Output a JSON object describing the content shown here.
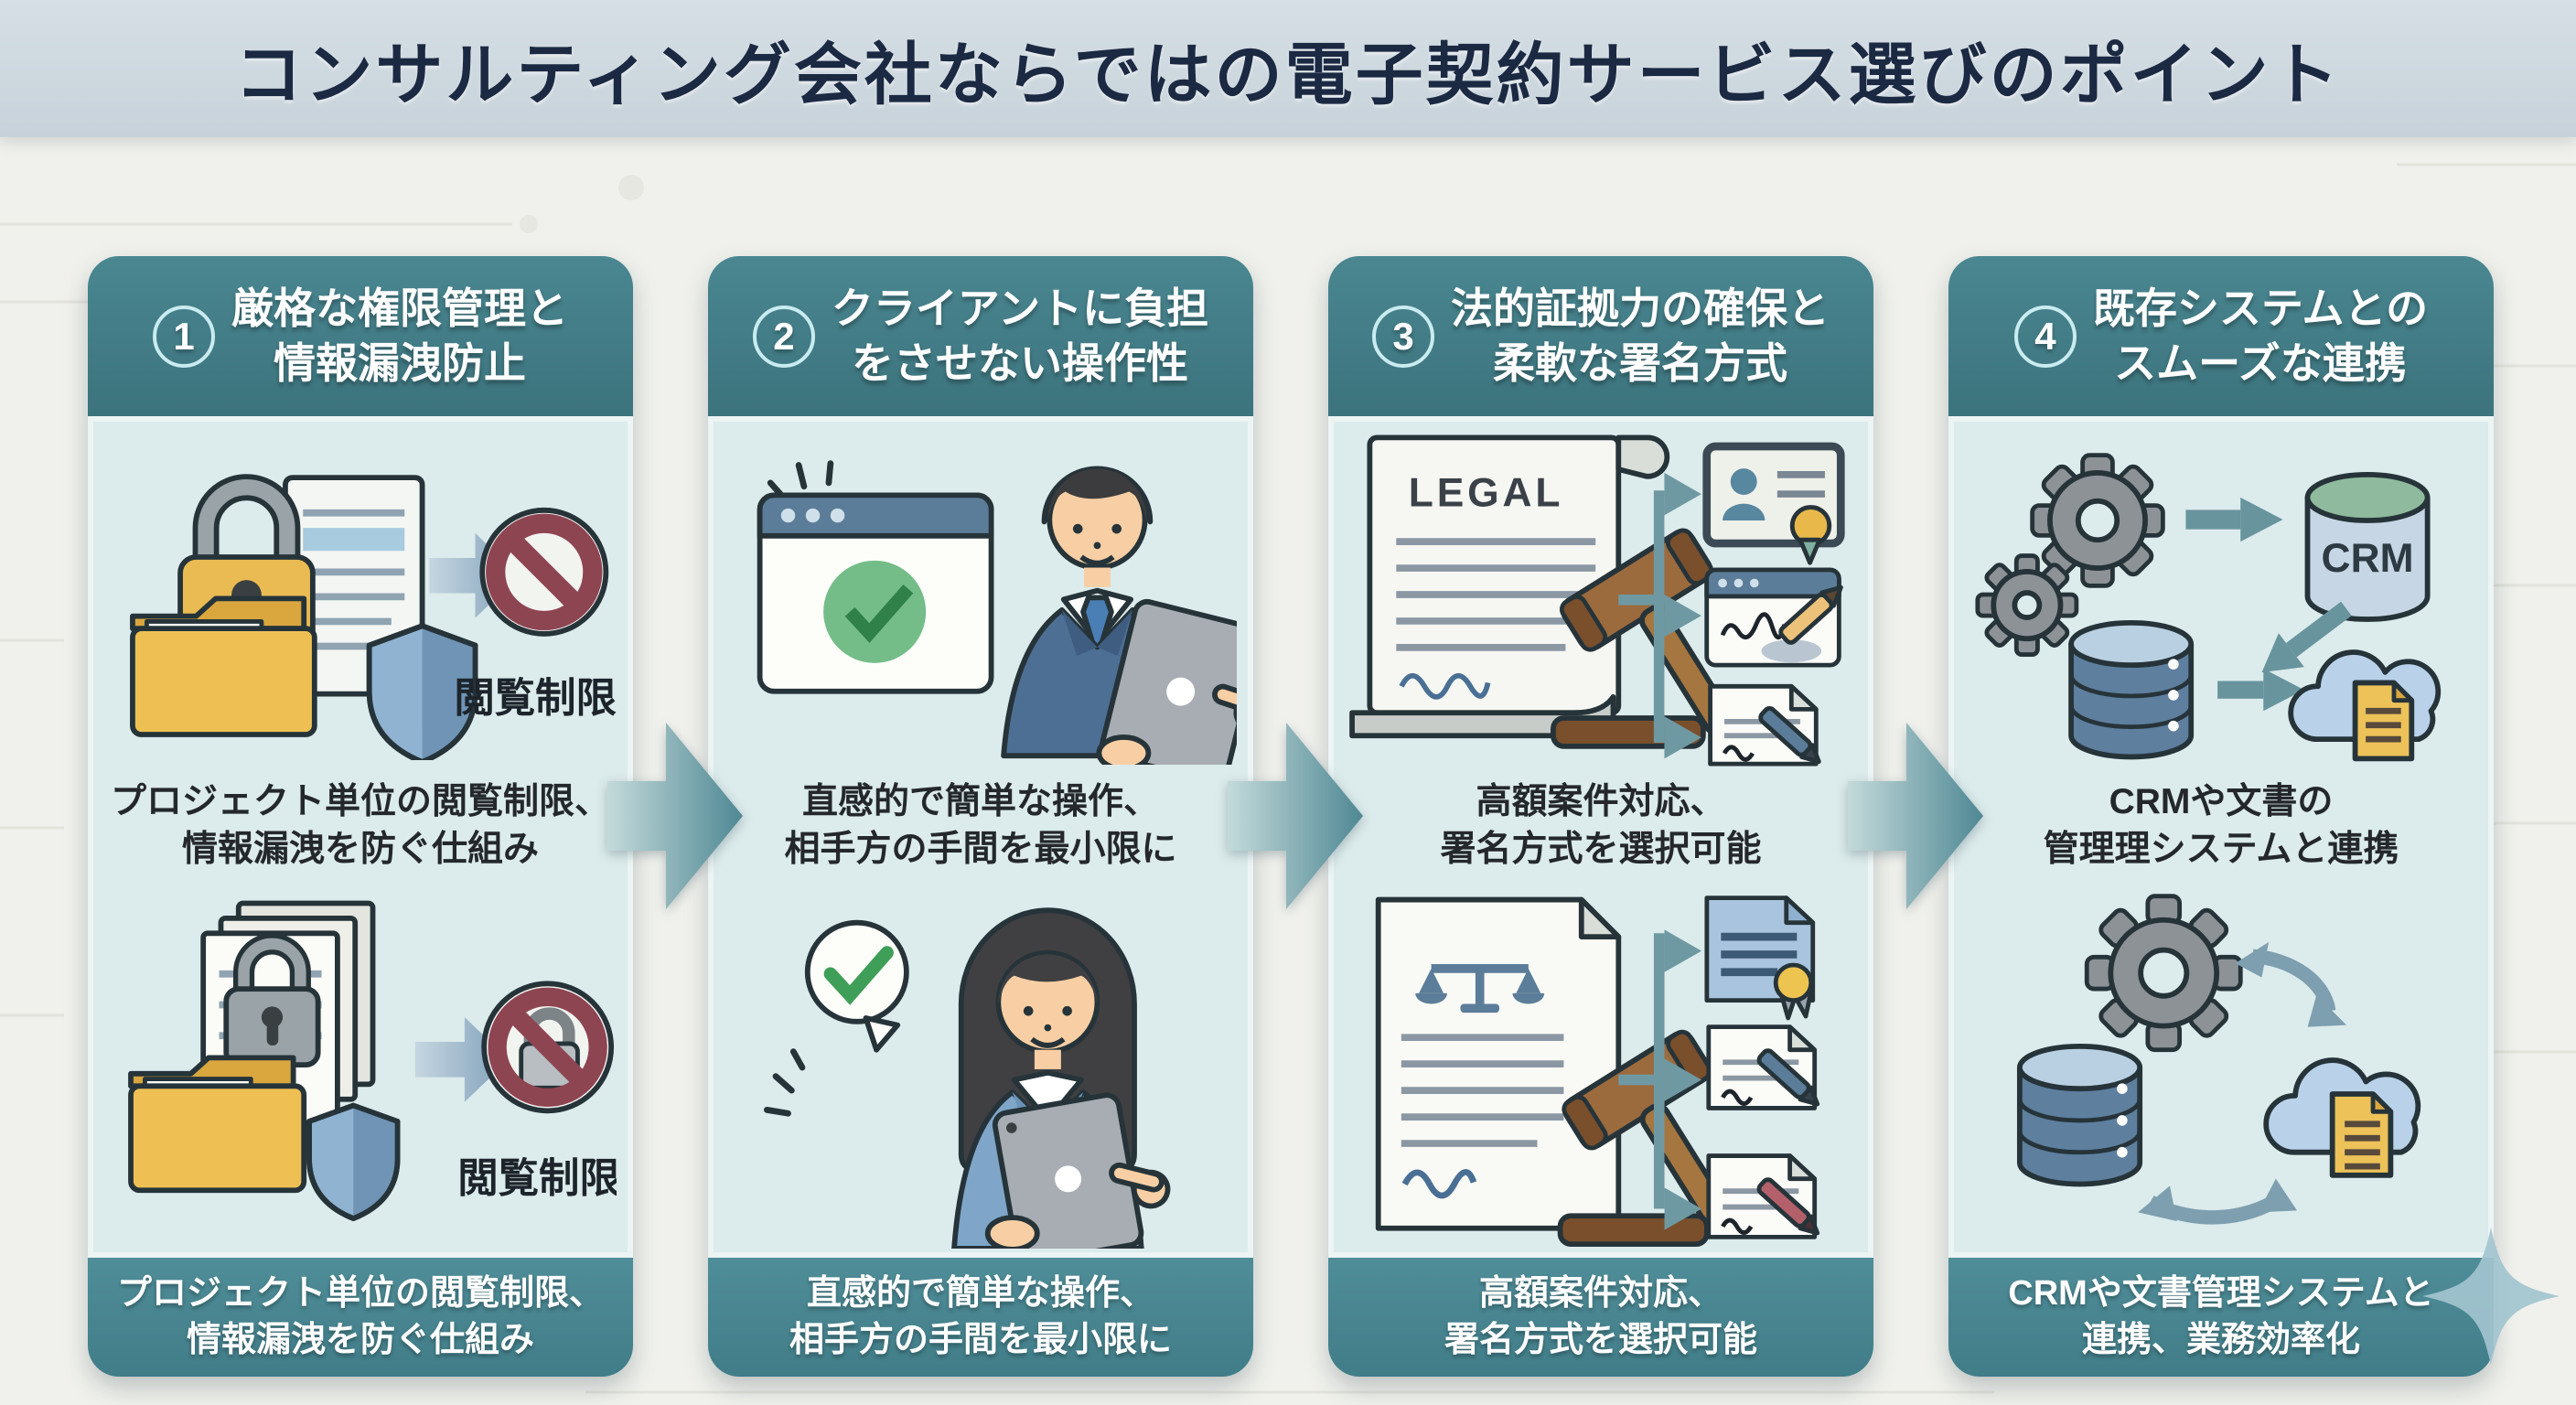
{
  "title": "コンサルティング会社ならではの電子契約サービス選びのポイント",
  "palette": {
    "header_teal": "#417E88",
    "footer_teal": "#4A8893",
    "card_body": "#DCEBEB",
    "title_navy": "#1B2942",
    "arrow_teal": "#5D929B",
    "check_green": "#3F9E57",
    "prohibit_red": "#8E4552",
    "folder_gold": "#E9BB52",
    "shield_blue": "#8FB3D1",
    "doc_yellow": "#ECC259"
  },
  "columns": [
    {
      "num": "1",
      "title1": "厳格な権限管理と",
      "title2": "情報漏洩防止",
      "caption1": "プロジェクト単位の閲覧制限、",
      "caption2": "情報漏洩を防ぐ仕組み",
      "footer1": "プロジェクト単位の閲覧制限、",
      "footer2": "情報漏洩を防ぐ仕組み",
      "label": "閲覧制限"
    },
    {
      "num": "2",
      "title1": "クライアントに負担",
      "title2": "をさせない操作性",
      "caption1": "直感的で簡単な操作、",
      "caption2": "相手方の手間を最小限に",
      "footer1": "直感的で簡単な操作、",
      "footer2": "相手方の手間を最小限に"
    },
    {
      "num": "3",
      "title1": "法的証拠力の確保と",
      "title2": "柔軟な署名方式",
      "caption1": "高額案件対応、",
      "caption2": "署名方式を選択可能",
      "footer1": "高額案件対応、",
      "footer2": "署名方式を選択可能"
    },
    {
      "num": "4",
      "title1": "既存システムとの",
      "title2": "スムーズな連携",
      "caption1": "CRMや文書の",
      "caption2": "管理理システムと連携",
      "footer1": "CRMや文書管理システムと",
      "footer2": "連携、業務効率化"
    }
  ],
  "icon_labels": {
    "legal": "LEGAL",
    "crm": "CRM"
  }
}
